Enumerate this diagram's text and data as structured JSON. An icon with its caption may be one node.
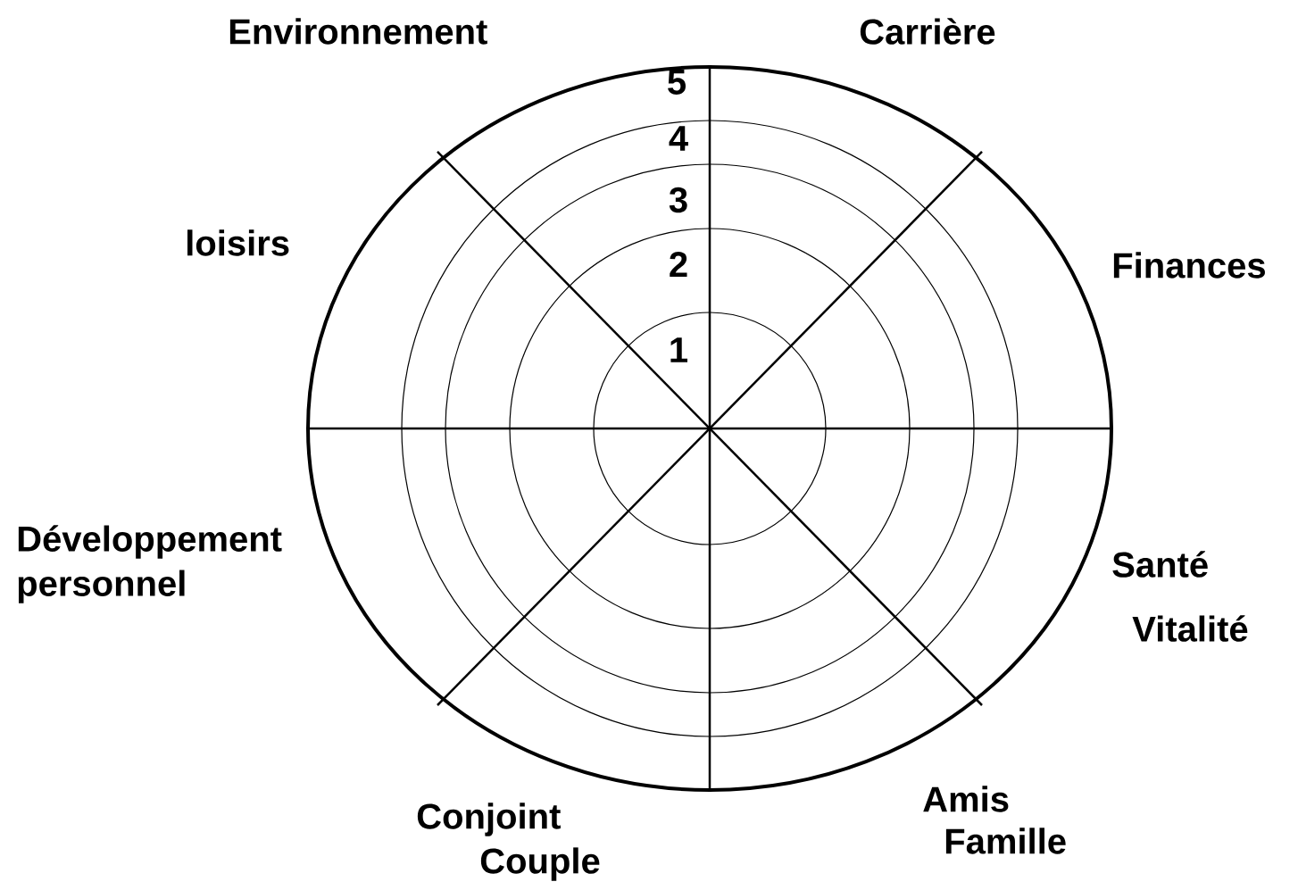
{
  "diagram": {
    "labels": [
      "Environnement",
      "Carrière",
      "5",
      "4",
      "3",
      "2",
      "Finances",
      "loisirs",
      "1",
      "Développement personnel",
      "Santé",
      "Vitalité",
      "Amis",
      "Famille",
      "Conjoint",
      "Couple"
    ]
  }
}
